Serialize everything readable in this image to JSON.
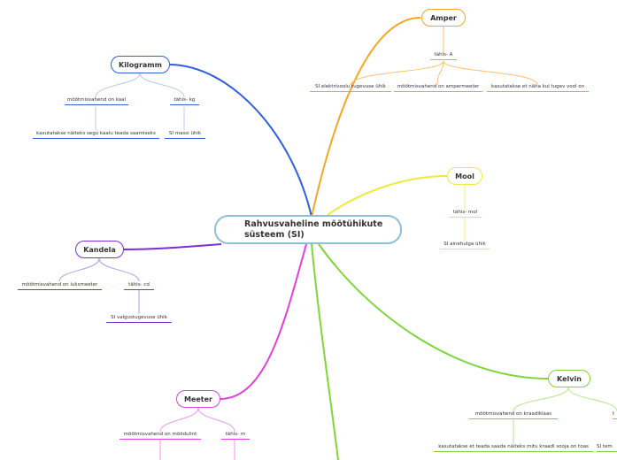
{
  "central": {
    "title": "Rahvusvaheline mõõtühikute süsteem (SI)"
  },
  "colors": {
    "ampere": "#f5a623",
    "kilogramm": "#2f5fe0",
    "mool": "#f0ea3c",
    "kandela": "#7b2fd8",
    "meeter": "#e040e0",
    "kelvin": "#7ed63a",
    "kelvin_sub": "#9bd86a",
    "sublink": "#b8c8f0",
    "leaf_line": "#3060d0"
  },
  "topics": {
    "amper": {
      "label": "Amper",
      "symbol": "tähis- A",
      "items": [
        "SI elektrivoolu tugevuse ühik",
        "mõõtmisvahend on ampermeeter",
        "kasutatakse et näha kui tugev vool on"
      ]
    },
    "kilogramm": {
      "label": "Kilogramm",
      "measure": "mõõtmisvahend on kaal",
      "symbol": "tähis- kg",
      "usage": "kasutatakse näiteks segu kaalu teada saamiseks",
      "desc": "SI massi ühik"
    },
    "mool": {
      "label": "Mool",
      "symbol": "tähis- mol",
      "desc": "SI ainehulga ühik"
    },
    "kandela": {
      "label": "Kandela",
      "measure": "mõõtmisvahend on luksmeeter",
      "symbol": "tähis- cd",
      "desc": "SI valgustugevuse ühik"
    },
    "meeter": {
      "label": "Meeter",
      "measure": "mõõtmisvahend on mõõdulint",
      "symbol": "tähis- m"
    },
    "kelvin": {
      "label": "Kelvin",
      "measure": "mõõtmisvahend on kraadiklaas",
      "usage": "kasutatakse et teada saada näiteks mitu kraadi sooja on toas",
      "symbol_cut": "t",
      "desc_cut": "SI tem"
    }
  }
}
